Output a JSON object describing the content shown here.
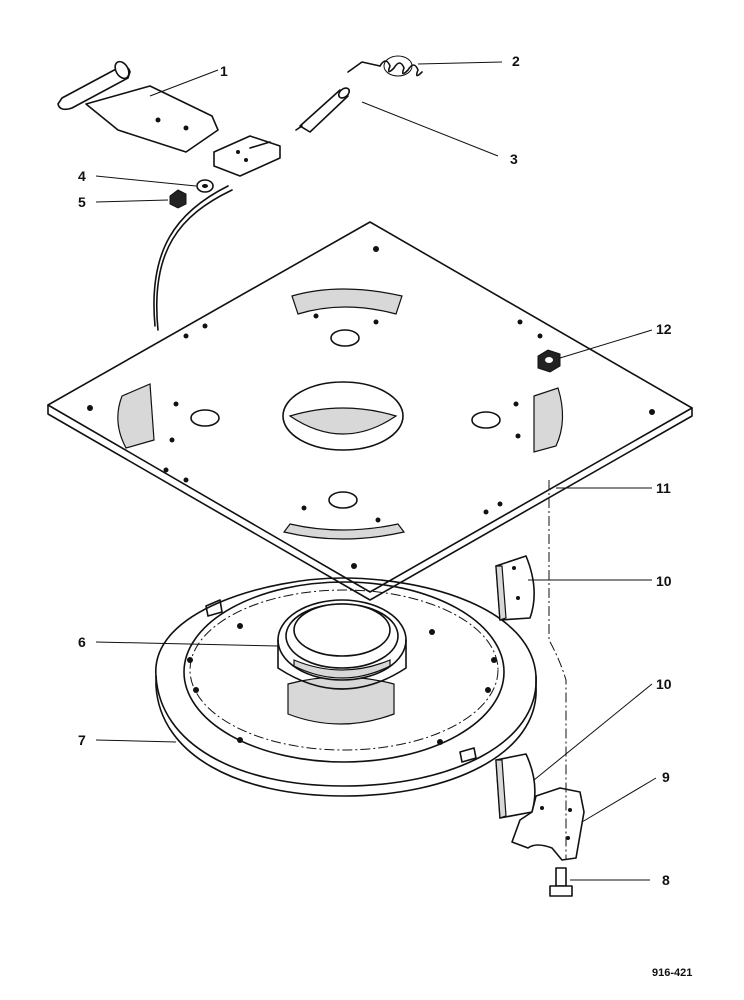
{
  "diagram": {
    "callouts": [
      {
        "id": "c1",
        "label": "1"
      },
      {
        "id": "c2",
        "label": "2"
      },
      {
        "id": "c3",
        "label": "3"
      },
      {
        "id": "c4",
        "label": "4"
      },
      {
        "id": "c5",
        "label": "5"
      },
      {
        "id": "c6",
        "label": "6"
      },
      {
        "id": "c7",
        "label": "7"
      },
      {
        "id": "c8",
        "label": "8"
      },
      {
        "id": "c9",
        "label": "9"
      },
      {
        "id": "c10a",
        "label": "10"
      },
      {
        "id": "c10b",
        "label": "10"
      },
      {
        "id": "c11",
        "label": "11"
      },
      {
        "id": "c12",
        "label": "12"
      }
    ],
    "drawing_number": "916-421"
  }
}
